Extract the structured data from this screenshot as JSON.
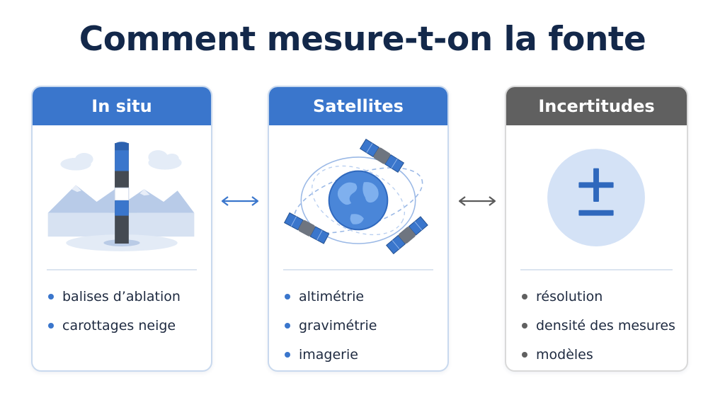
{
  "title": "Comment mesure-t-on la fonte",
  "colors": {
    "blue": "#3a76cc",
    "grey": "#606060",
    "title": "#13284a"
  },
  "cards": [
    {
      "header": "In situ",
      "icon": "ablation-stake-icon",
      "items": [
        "balises d’ablation",
        "carottages neige"
      ]
    },
    {
      "header": "Satellites",
      "icon": "earth-satellites-icon",
      "items": [
        "altimétrie",
        "gravimétrie",
        "imagerie"
      ]
    },
    {
      "header": "Incertitudes",
      "icon": "plus-minus-icon",
      "items": [
        "résolution",
        "densité des mesures",
        "modèles"
      ]
    }
  ],
  "connectors": [
    "double-arrow-icon",
    "double-arrow-icon"
  ]
}
